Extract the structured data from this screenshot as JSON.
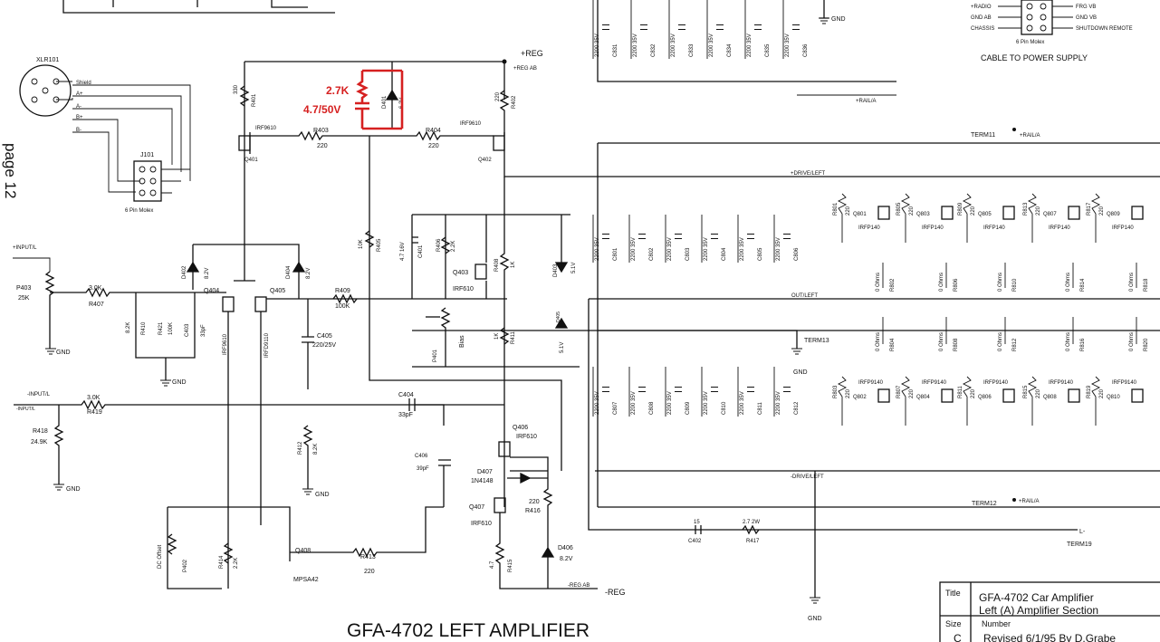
{
  "page_side_label": "page 12",
  "title": "GFA-4702 LEFT AMPLIFIER",
  "top_right_caption": "CABLE TO POWER SUPPLY",
  "connector_caption": "6 Pin Molex",
  "molex_pins": [
    "+RADIO",
    "GND AB",
    "CHASSIS",
    "FRG VB",
    "GND VB",
    "SHUTDOWN REMOTE"
  ],
  "xlr": {
    "ref": "XLR101",
    "pins": [
      "Shield",
      "A+",
      "A-",
      "B+",
      "B-"
    ]
  },
  "j101": {
    "ref": "J101",
    "caption": "6 Pin Molex"
  },
  "rails": {
    "pos": "+REG",
    "neg": "-REG",
    "reg_ab": "+REG AB",
    "reg_ab_neg": "-REG AB",
    "term11": "TERM11",
    "term12": "TERM12",
    "term13": "TERM13",
    "term19": "TERM19",
    "l_minus": "L-",
    "ravia": "+RAIL/A",
    "input": "+INPUT/L",
    "input_neg": "-INPUT/L",
    "drive_pos": "+DRIVE/LEFT",
    "drive_neg": "-DRIVE/LEFT",
    "output": "OUT/LEFT"
  },
  "gnd": "GND",
  "annotations": {
    "red_resistor": "2.7K",
    "red_cap": "4.7/50V"
  },
  "components": {
    "r401": "R401",
    "r401v": "330",
    "q401": "IRF9610",
    "q401ref": "Q401",
    "r403": "R403",
    "r403v": "220",
    "r404": "R404",
    "r404v": "220",
    "q402": "IRF9610",
    "q402ref": "Q402",
    "r402": "R402",
    "r402v": "220",
    "d401": "D401",
    "d401v": "6.2V",
    "p403": "P403",
    "p403v": "25K",
    "r407": "R407",
    "r407v": "3.0K",
    "r410": "R410",
    "r410v": "8.2K",
    "r421": "R421",
    "r421v": "100K",
    "c403": "C403",
    "c403v": "33pF",
    "d402": "D402",
    "d402v": "8.2V",
    "q404": "Q404",
    "q404t": "IRF9610",
    "q405": "Q405",
    "q405t": "IRFD9110",
    "d404": "D404",
    "d404v": "8.2V",
    "r409": "R409",
    "r409v": "100K",
    "c405": "C405",
    "c405v": "220/25V",
    "r405": "R405",
    "r405v": "10K",
    "c401": "C401",
    "c401v": "4.7 16V",
    "r406": "R406",
    "r406v": "2.2K",
    "q403": "Q403",
    "q403t": "IRF610",
    "r408": "R408",
    "r408v": "1K",
    "p401": "P401",
    "bias": "Bias",
    "r411": "R411",
    "r411v": "1K",
    "d403": "D403",
    "d403v": "5.1V",
    "d405": "D405",
    "d405v": "5.1V",
    "r419": "R419",
    "r419v": "3.0K",
    "r418": "R418",
    "r418v": "24.9K",
    "c404": "C404",
    "c404v": "33pF",
    "c406": "C406",
    "c406v": "39pF",
    "r412": "R412",
    "r412v": "8.2K",
    "q406": "Q406",
    "q406t": "IRF610",
    "d407": "D407",
    "d407t": "1N4148",
    "r416": "R416",
    "r416v": "220",
    "q407": "Q407",
    "q407t": "IRF610",
    "r415": "R415",
    "r415v": "4.7",
    "d406": "D406",
    "d406v": "8.2V",
    "q408": "Q408",
    "q408t": "MPSA42",
    "r413": "R413",
    "r413v": "220",
    "r414": "R414",
    "r414v": "2.2K",
    "p402": "P402",
    "dcoff": "DC Offset",
    "c402": "C402",
    "c402v": "15",
    "r417": "R417",
    "r417v": "2.7 2W",
    "cap_val": "2200 35V"
  },
  "top_caps": [
    "C831",
    "C832",
    "C833",
    "C834",
    "C835",
    "C836"
  ],
  "mid_caps": [
    "C801",
    "C802",
    "C803",
    "C804",
    "C805",
    "C806"
  ],
  "low_caps": [
    "C807",
    "C808",
    "C809",
    "C810",
    "C811",
    "C812"
  ],
  "npn_out": [
    {
      "q": "Q801",
      "r": "R801",
      "rv": "220",
      "t": "IRFP140"
    },
    {
      "q": "Q803",
      "r": "R805",
      "rv": "220",
      "t": "IRFP140"
    },
    {
      "q": "Q805",
      "r": "R809",
      "rv": "220",
      "t": "IRFP140"
    },
    {
      "q": "Q807",
      "r": "R813",
      "rv": "220",
      "t": "IRFP140"
    },
    {
      "q": "Q809",
      "r": "R817",
      "rv": "220",
      "t": "IRFP140"
    }
  ],
  "pnp_out": [
    {
      "q": "Q802",
      "r": "R803",
      "rv": "220",
      "t": "IRFP9140"
    },
    {
      "q": "Q804",
      "r": "R807",
      "rv": "220",
      "t": "IRFP9140"
    },
    {
      "q": "Q806",
      "r": "R811",
      "rv": "220",
      "t": "IRFP9140"
    },
    {
      "q": "Q808",
      "r": "R815",
      "rv": "220",
      "t": "IRFP9140"
    },
    {
      "q": "Q810",
      "r": "R819",
      "rv": "220",
      "t": "IRFP9140"
    }
  ],
  "emitter_top": [
    "R802",
    "R806",
    "R810",
    "R814",
    "R818"
  ],
  "emitter_bot": [
    "R804",
    "R808",
    "R812",
    "R816",
    "R820"
  ],
  "emitter_val": "0 Ohms",
  "title_block": {
    "title_label": "Title",
    "title": "GFA-4702 Car Amplifier",
    "subtitle": "Left (A) Amplifier Section",
    "size_label": "Size",
    "size": "C",
    "number_label": "Number",
    "revision": "Revised 6/1/95 By D.Grabe"
  }
}
